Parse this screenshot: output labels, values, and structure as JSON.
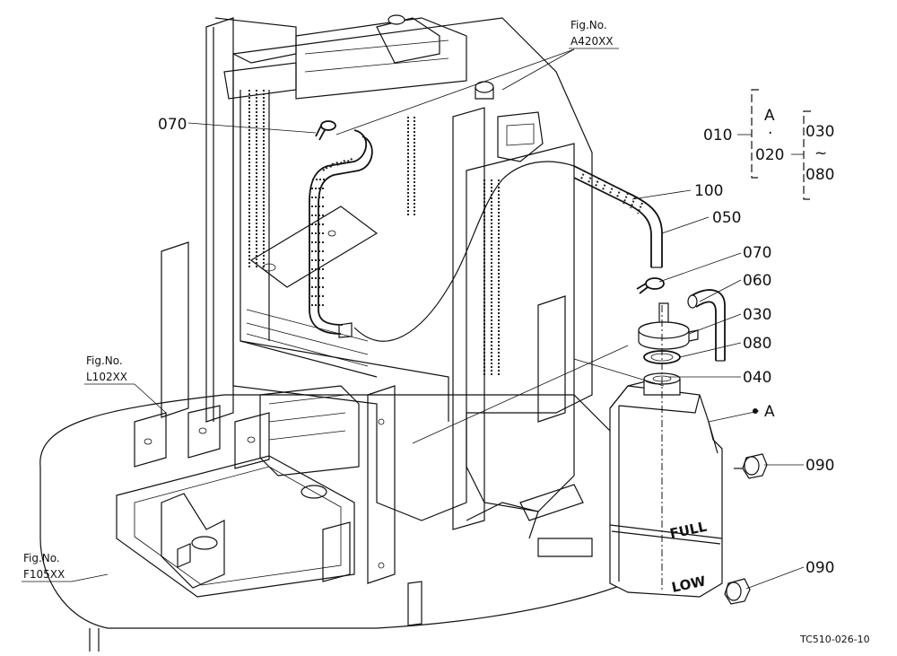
{
  "figure_refs": [
    {
      "id": "a420",
      "line1": "Fig.No.",
      "line2": "A420XX"
    },
    {
      "id": "l102",
      "line1": "Fig.No.",
      "line2": "L102XX"
    },
    {
      "id": "f105",
      "line1": "Fig.No.",
      "line2": "F105XX"
    }
  ],
  "callouts": [
    {
      "id": "070a",
      "text": "070"
    },
    {
      "id": "100",
      "text": "100"
    },
    {
      "id": "050",
      "text": "050"
    },
    {
      "id": "070b",
      "text": "070"
    },
    {
      "id": "060",
      "text": "060"
    },
    {
      "id": "030",
      "text": "030"
    },
    {
      "id": "080",
      "text": "080"
    },
    {
      "id": "040",
      "text": "040"
    },
    {
      "id": "A",
      "text": "A"
    },
    {
      "id": "090a",
      "text": "090"
    },
    {
      "id": "090b",
      "text": "090"
    }
  ],
  "legend": {
    "group_top": "A",
    "group_dot": "·",
    "group_bottom": "020",
    "left_code": "010",
    "range_start": "030",
    "range_sep": "~",
    "range_end": "080"
  },
  "tank_labels": {
    "full": "FULL",
    "low": "LOW"
  },
  "drawing_code": "TC510-026-10"
}
